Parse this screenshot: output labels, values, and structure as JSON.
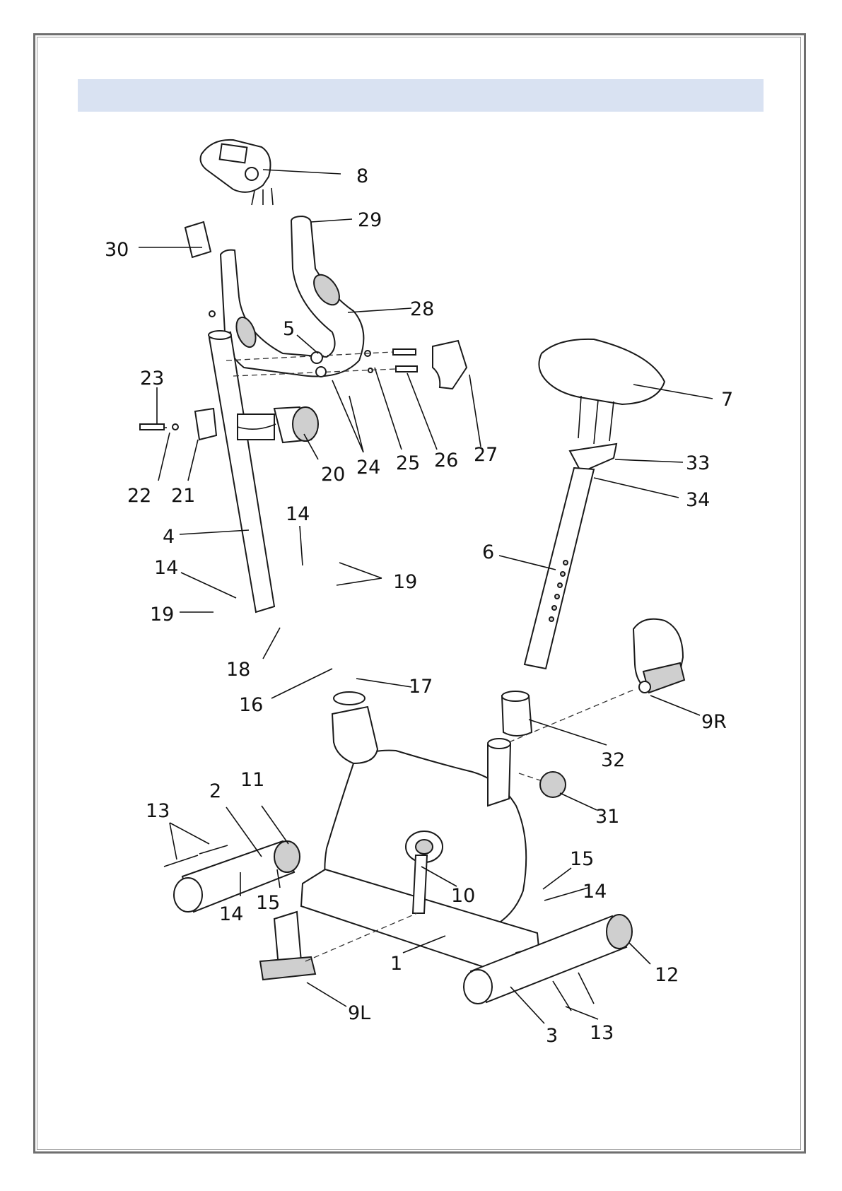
{
  "callouts": [
    {
      "id": "c8",
      "text": "8"
    },
    {
      "id": "c29",
      "text": "29"
    },
    {
      "id": "c30",
      "text": "30"
    },
    {
      "id": "c28",
      "text": "28"
    },
    {
      "id": "c5",
      "text": "5"
    },
    {
      "id": "c23",
      "text": "23"
    },
    {
      "id": "c7",
      "text": "7"
    },
    {
      "id": "c27",
      "text": "27"
    },
    {
      "id": "c26",
      "text": "26"
    },
    {
      "id": "c25",
      "text": "25"
    },
    {
      "id": "c24",
      "text": "24"
    },
    {
      "id": "c20",
      "text": "20"
    },
    {
      "id": "c22",
      "text": "22"
    },
    {
      "id": "c21",
      "text": "21"
    },
    {
      "id": "c33",
      "text": "33"
    },
    {
      "id": "c34",
      "text": "34"
    },
    {
      "id": "c14a",
      "text": "14"
    },
    {
      "id": "c4",
      "text": "4"
    },
    {
      "id": "c6",
      "text": "6"
    },
    {
      "id": "c14b",
      "text": "14"
    },
    {
      "id": "c19a",
      "text": "19"
    },
    {
      "id": "c19b",
      "text": "19"
    },
    {
      "id": "c18",
      "text": "18"
    },
    {
      "id": "c16",
      "text": "16"
    },
    {
      "id": "c17",
      "text": "17"
    },
    {
      "id": "c9R",
      "text": "9R"
    },
    {
      "id": "c32",
      "text": "32"
    },
    {
      "id": "c31",
      "text": "31"
    },
    {
      "id": "c11",
      "text": "11"
    },
    {
      "id": "c2",
      "text": "2"
    },
    {
      "id": "c13a",
      "text": "13"
    },
    {
      "id": "c15a",
      "text": "15"
    },
    {
      "id": "c14c",
      "text": "14"
    },
    {
      "id": "c15b",
      "text": "15"
    },
    {
      "id": "c10",
      "text": "10"
    },
    {
      "id": "c14d",
      "text": "14"
    },
    {
      "id": "c1",
      "text": "1"
    },
    {
      "id": "c12",
      "text": "12"
    },
    {
      "id": "c9L",
      "text": "9L"
    },
    {
      "id": "c3",
      "text": "3"
    },
    {
      "id": "c13b",
      "text": "13"
    }
  ]
}
